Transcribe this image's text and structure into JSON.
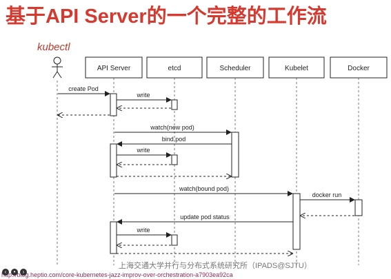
{
  "slide": {
    "title": "基于API Server的一个完整的工作流",
    "footer": "上海交通大学并行与分布式系统研究所（IPADS@SJTU）",
    "url": "http://blog.heptio.com/core-kubernetes-jazz-improv-over-orchestration-a7903ea92ca"
  },
  "nav": {
    "prev_icon": "‹",
    "menu_icon": "•",
    "next_icon": "›"
  },
  "actors": {
    "kubectl": "kubectl",
    "participants": [
      "API Server",
      "etcd",
      "Scheduler",
      "Kubelet",
      "Docker"
    ]
  },
  "messages": [
    {
      "label": "create Pod"
    },
    {
      "label": "write"
    },
    {
      "label": "watch(new pod)"
    },
    {
      "label": "bind pod"
    },
    {
      "label": "write"
    },
    {
      "label": "watch(bound pod)"
    },
    {
      "label": "docker run"
    },
    {
      "label": "update pod status"
    },
    {
      "label": "write"
    }
  ],
  "colors": {
    "title": "#d43a2f",
    "kubectl": "#c0392b",
    "lines": "#222222"
  }
}
